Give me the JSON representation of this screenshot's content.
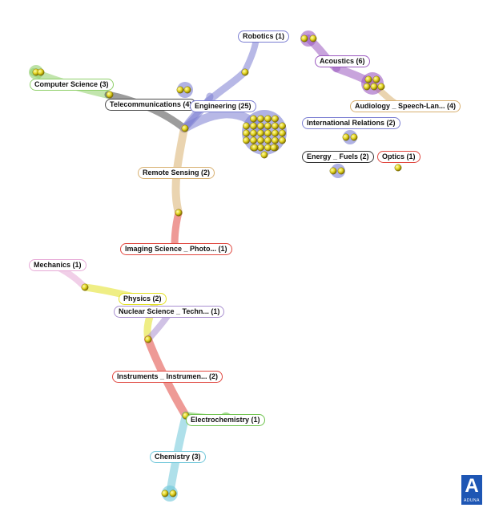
{
  "clusters": {
    "robotics": {
      "label": "Robotics (1)",
      "color": "#7b7ed2"
    },
    "acoustics": {
      "label": "Acoustics (6)",
      "color": "#9b59c0"
    },
    "computer_science": {
      "label": "Computer Science (3)",
      "color": "#8fcf6a"
    },
    "telecommunications": {
      "label": "Telecommunications (4)",
      "color": "#4a4a4a"
    },
    "engineering": {
      "label": "Engineering (25)",
      "color": "#7b7ed2"
    },
    "audiology": {
      "label": "Audiology _ Speech-Lan... (4)",
      "color": "#d8b070"
    },
    "international_relations": {
      "label": "International Relations (2)",
      "color": "#7b7ed2"
    },
    "energy_fuels": {
      "label": "Energy _ Fuels (2)",
      "color": "#333333"
    },
    "optics": {
      "label": "Optics (1)",
      "color": "#e0473f"
    },
    "remote_sensing": {
      "label": "Remote Sensing (2)",
      "color": "#d8b070"
    },
    "imaging_science": {
      "label": "Imaging Science _ Photo... (1)",
      "color": "#e0473f"
    },
    "mechanics": {
      "label": "Mechanics (1)",
      "color": "#e6a8d6"
    },
    "physics": {
      "label": "Physics (2)",
      "color": "#e2e020"
    },
    "nuclear_science": {
      "label": "Nuclear Science _ Techn... (1)",
      "color": "#a98fd0"
    },
    "instruments": {
      "label": "Instruments _ Instrumen... (2)",
      "color": "#e0473f"
    },
    "electrochemistry": {
      "label": "Electrochemistry (1)",
      "color": "#6cc24a"
    },
    "chemistry": {
      "label": "Chemistry (3)",
      "color": "#6ec6d9"
    }
  },
  "logo": {
    "letter": "A",
    "text": "ADUNA",
    "color": "#1e56b4"
  }
}
